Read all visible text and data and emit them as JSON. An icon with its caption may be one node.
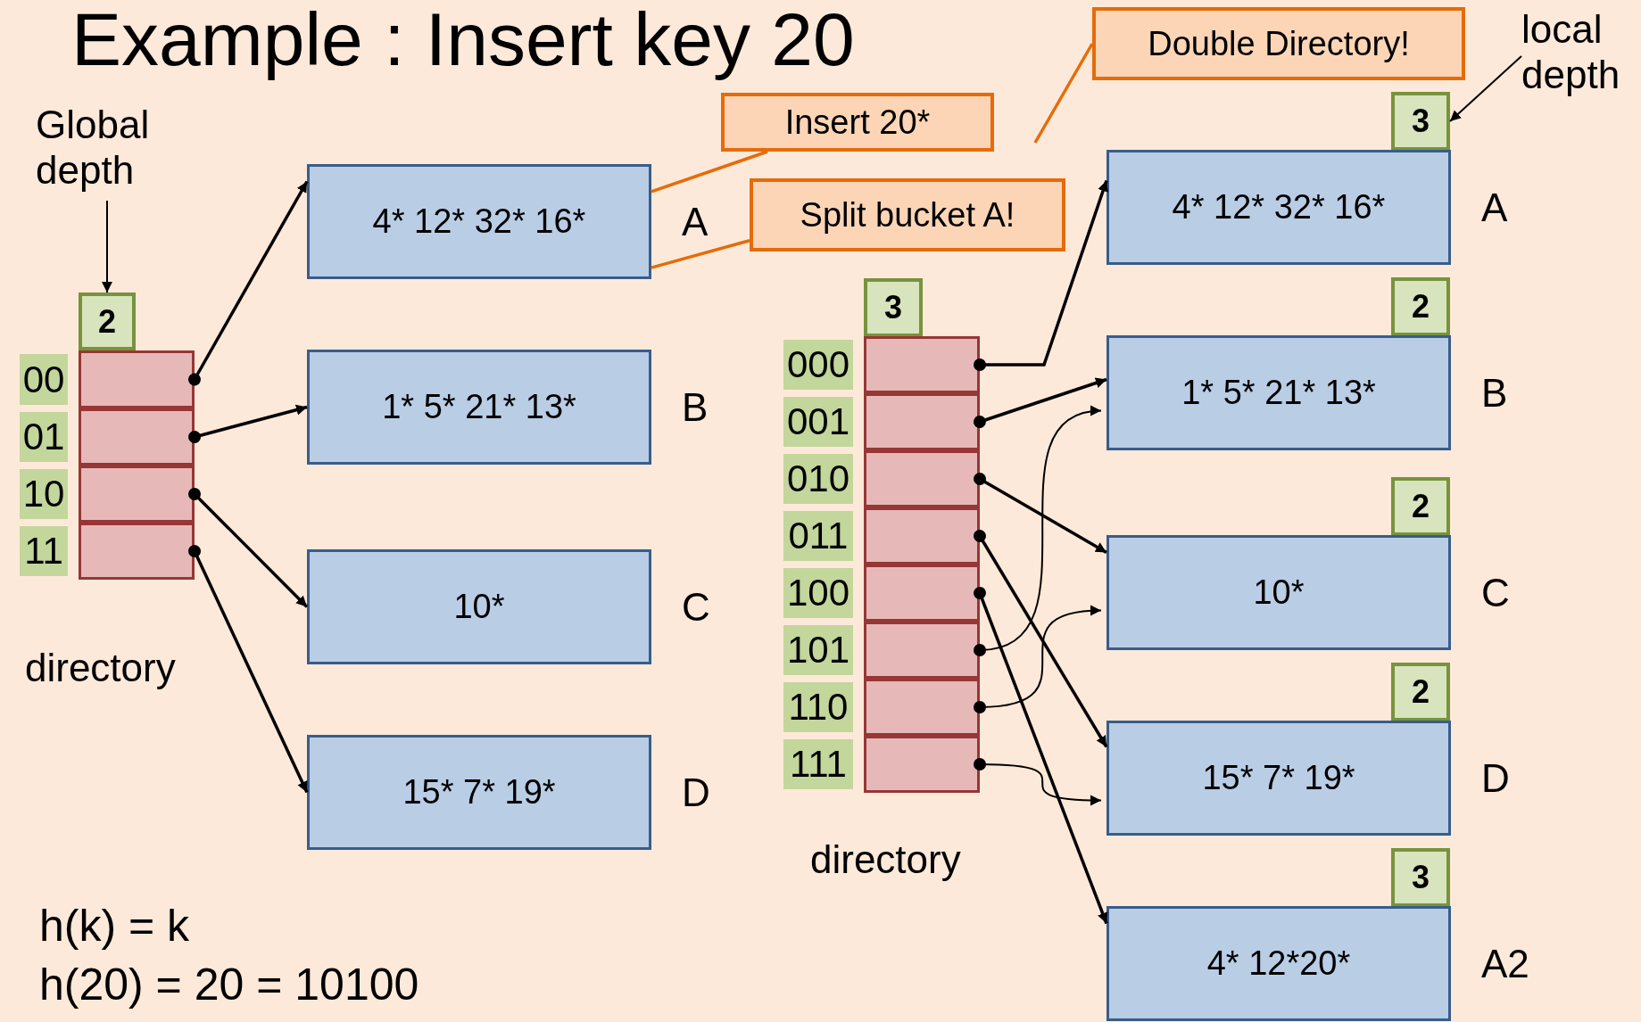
{
  "diagram": {
    "title": "Example : Insert key 20",
    "nodes": [
      {
        "text": [
          "Global depth"
        ]
      },
      {
        "text": [
          "2"
        ]
      },
      {
        "text": [
          "directory"
        ]
      },
      {
        "text": [],
        "shape": "box",
        "in": 2,
        "beside": [
          "00"
        ]
      },
      {
        "text": [],
        "shape": "box",
        "in": 2,
        "beside": [
          "01"
        ]
      },
      {
        "text": [],
        "shape": "box",
        "in": 2,
        "beside": [
          "10"
        ]
      },
      {
        "text": [],
        "shape": "box",
        "in": 2,
        "beside": [
          "11"
        ]
      },
      {
        "text": [
          "4* 12* 32* 16*"
        ],
        "beside": [
          "A"
        ]
      },
      {
        "text": [
          "1* 5* 21* 13*"
        ],
        "beside": [
          "B"
        ]
      },
      {
        "text": [
          "10*"
        ],
        "beside": [
          "C"
        ]
      },
      {
        "text": [
          "15* 7* 19*"
        ],
        "beside": [
          "D"
        ]
      },
      {
        "text": [
          "Insert 20*"
        ]
      },
      {
        "text": [
          "Split bucket A!"
        ]
      },
      {
        "text": [
          "Double Directory!"
        ]
      },
      {
        "text": [
          "3"
        ]
      },
      {
        "text": [
          "directory"
        ]
      },
      {
        "text": [],
        "shape": "box",
        "in": 15,
        "beside": [
          "000"
        ]
      },
      {
        "text": [],
        "shape": "box",
        "in": 15,
        "beside": [
          "001"
        ]
      },
      {
        "text": [],
        "shape": "box",
        "in": 15,
        "beside": [
          "010"
        ]
      },
      {
        "text": [],
        "shape": "box",
        "in": 15,
        "beside": [
          "011"
        ]
      },
      {
        "text": [],
        "shape": "box",
        "in": 15,
        "beside": [
          "100"
        ]
      },
      {
        "text": [],
        "shape": "box",
        "in": 15,
        "beside": [
          "101"
        ]
      },
      {
        "text": [],
        "shape": "box",
        "in": 15,
        "beside": [
          "110"
        ]
      },
      {
        "text": [],
        "shape": "box",
        "in": 15,
        "beside": [
          "111"
        ]
      },
      {
        "text": [
          "3"
        ]
      },
      {
        "text": [
          "4* 12* 32* 16*"
        ],
        "beside": [
          "A"
        ]
      },
      {
        "text": [
          "2"
        ]
      },
      {
        "text": [
          "1* 5* 21* 13*"
        ],
        "beside": [
          "B"
        ]
      },
      {
        "text": [
          "2"
        ]
      },
      {
        "text": [
          "10*"
        ],
        "beside": [
          "C"
        ]
      },
      {
        "text": [
          "2"
        ]
      },
      {
        "text": [
          "15* 7* 19*"
        ],
        "beside": [
          "D"
        ]
      },
      {
        "text": [
          "3"
        ]
      },
      {
        "text": [
          "4* 12*20*"
        ],
        "beside": [
          "A2"
        ]
      },
      {
        "text": [
          "local depth"
        ]
      }
    ],
    "edges": [
      {
        "from": 0,
        "to": 1,
        "arrow": "to"
      },
      {
        "from": 3,
        "to": 7,
        "arrow": "to"
      },
      {
        "from": 4,
        "to": 8,
        "arrow": "to"
      },
      {
        "from": 5,
        "to": 9,
        "arrow": "to"
      },
      {
        "from": 6,
        "to": 10,
        "arrow": "to"
      },
      {
        "from": 11,
        "to": 7,
        "arrow": "none",
        "color": "#e46c0a"
      },
      {
        "from": 12,
        "to": 7,
        "arrow": "none",
        "color": "#e46c0a"
      },
      {
        "from": 13,
        "to": null,
        "arrow": "none",
        "color": "#e46c0a"
      },
      {
        "from": 16,
        "to": 25,
        "arrow": "to"
      },
      {
        "from": 17,
        "to": 27,
        "arrow": "to"
      },
      {
        "from": 18,
        "to": 29,
        "arrow": "to"
      },
      {
        "from": 19,
        "to": 31,
        "arrow": "to"
      },
      {
        "from": 20,
        "to": 33,
        "arrow": "to"
      },
      {
        "from": 21,
        "to": 27,
        "arrow": "to"
      },
      {
        "from": 22,
        "to": 29,
        "arrow": "to"
      },
      {
        "from": 23,
        "to": 31,
        "arrow": "to"
      },
      {
        "from": 34,
        "to": 24,
        "arrow": "to"
      }
    ],
    "labels": [
      "h(k) = k",
      "h(20) = 20 = 10100"
    ]
  }
}
